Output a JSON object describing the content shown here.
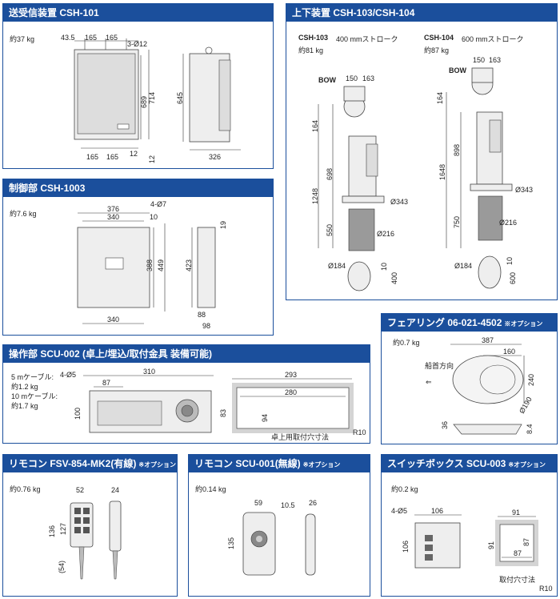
{
  "p1": {
    "title": "送受信装置 CSH-101",
    "weight": "約37 kg",
    "dims": {
      "a": "43.5",
      "b1": "165",
      "b2": "165",
      "holes": "3-Ø12",
      "h1": "689",
      "h2": "714",
      "side_h": "645",
      "bot1": "165",
      "bot2": "165",
      "off": "12",
      "off2": "12",
      "depth": "326"
    }
  },
  "p2": {
    "title": "上下装置 CSH-103/CSH-104",
    "m1": {
      "name": "CSH-103",
      "stroke": "400 mmストローク",
      "weight": "約81 kg"
    },
    "m2": {
      "name": "CSH-104",
      "stroke": "600 mmストローク",
      "weight": "約87 kg"
    },
    "bow": "BOW",
    "d103": {
      "w1": "150",
      "w2": "163",
      "top": "164",
      "mid": "698",
      "total": "1248",
      "low": "550",
      "flange": "Ø343",
      "pipe": "Ø216",
      "dome": "Ø184",
      "t": "10",
      "stroke": "400"
    },
    "d104": {
      "w1": "150",
      "w2": "163",
      "top": "164",
      "mid": "898",
      "total": "1648",
      "low": "750",
      "flange": "Ø343",
      "pipe": "Ø216",
      "dome": "Ø184",
      "t": "10",
      "stroke": "600"
    }
  },
  "p3": {
    "title": "制御部 CSH-1003",
    "weight": "約7.6 kg",
    "dims": {
      "w376": "376",
      "w340": "340",
      "holes": "4-Ø7",
      "h10": "10",
      "h388": "388",
      "h449": "449",
      "h423": "423",
      "h19": "19",
      "bot340": "340",
      "s88": "88",
      "s98": "98"
    }
  },
  "p4": {
    "title": "フェアリング 06-021-4502",
    "option": "※オプション",
    "weight": "約0.7 kg",
    "bow_dir": "船首方向",
    "dims": {
      "w387": "387",
      "w160": "160",
      "h240": "240",
      "d190": "Ø190",
      "d36": "36",
      "d84": "8.4"
    }
  },
  "p5": {
    "title": "操作部 SCU-002 (卓上/埋込/取付金具 装備可能)",
    "weights": [
      "5 mケーブル:",
      "約1.2 kg",
      "10 mケーブル:",
      "約1.7 kg"
    ],
    "dims": {
      "holes": "4-Ø5",
      "w310": "310",
      "w87": "87",
      "h100": "100",
      "cw293": "293",
      "cw280": "280",
      "ch83": "83",
      "ch94": "94",
      "r": "R10"
    },
    "cutout": "卓上用取付穴寸法"
  },
  "p6": {
    "title": "リモコン FSV-854-MK2(有線)",
    "option": "※オプション",
    "weight": "約0.76 kg",
    "dims": {
      "w52": "52",
      "w24": "24",
      "h136": "136",
      "h127": "127",
      "h54": "(54)"
    }
  },
  "p7": {
    "title": "リモコン SCU-001(無線)",
    "option": "※オプション",
    "weight": "約0.14 kg",
    "dims": {
      "w59": "59",
      "w105": "10.5",
      "w26": "26",
      "h135": "135"
    }
  },
  "p8": {
    "title": "スイッチボックス SCU-003",
    "option": "※オプション",
    "weight": "約0.2 kg",
    "dims": {
      "holes": "4-Ø5",
      "w106": "106",
      "h106": "106",
      "cw91": "91",
      "cw87": "87",
      "ch91": "91",
      "ch87": "87",
      "r": "R10"
    },
    "cutout": "取付穴寸法"
  }
}
